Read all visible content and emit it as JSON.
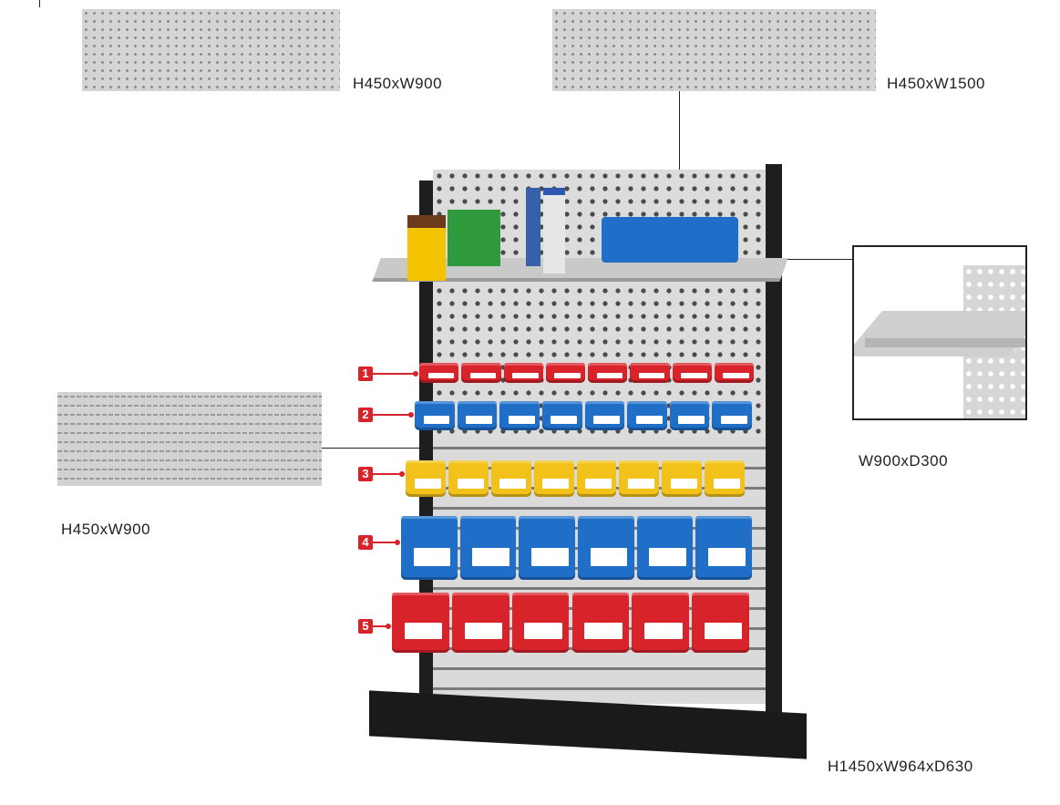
{
  "labels": {
    "panel_top_left": "H450xW900",
    "panel_top_right": "H450xW1500",
    "panel_louvered": "H450xW900",
    "shelf": "W900xD300",
    "rack": "H1450xW964xD630"
  },
  "bin_rows": [
    {
      "number": "1",
      "color": "#d8232a",
      "count": 8
    },
    {
      "number": "2",
      "color": "#1f6fc9",
      "count": 8
    },
    {
      "number": "3",
      "color": "#f2c21b",
      "count": 8
    },
    {
      "number": "4",
      "color": "#1f6fc9",
      "count": 6
    },
    {
      "number": "5",
      "color": "#d8232a",
      "count": 6
    }
  ],
  "colors": {
    "marker": "#d8232a",
    "frame": "#1e1e1e",
    "panel": "#d4d4d4"
  }
}
